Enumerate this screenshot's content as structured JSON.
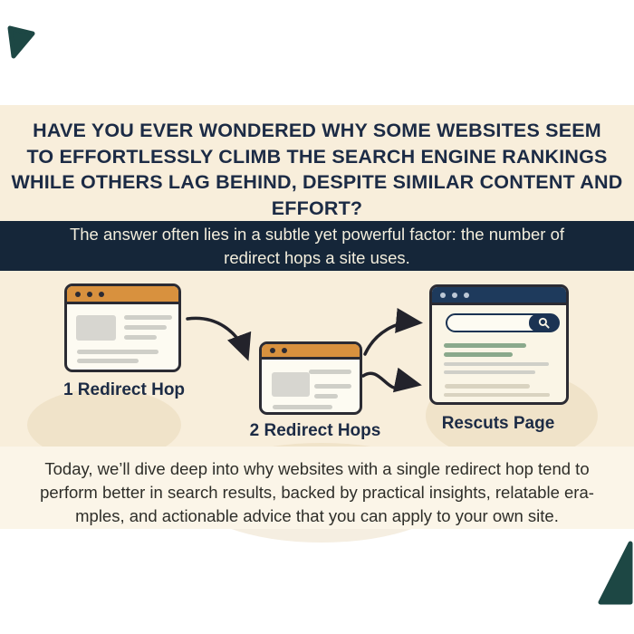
{
  "headline": {
    "lines": [
      "HAVE YOU EVER WONDERED WHY SOME WEBSITES SEEM",
      "TO EFFORTLESSLY CLIMB THE SEARCH ENGINE RANKINGS",
      "WHILE OTHERS LAG BEHIND, DESPITE SIMILAR CONTENT AND",
      "EFFORT?"
    ],
    "text_color": "#1c2b45"
  },
  "banner": {
    "lines": [
      "The answer often lies in a subtle yet powerful factor: the number of",
      "redirect hops a site uses."
    ],
    "background": "#152639",
    "text_color": "#f3eedd"
  },
  "diagram": {
    "windows": [
      {
        "label": "1 Redirect Hop",
        "header_color": "#d8913e",
        "dot_count": 3
      },
      {
        "label": "2 Redirect Hops",
        "header_color": "#d8913e",
        "dot_count": 2
      },
      {
        "label": "Rescuts Page",
        "header_color": "#1e3a5c",
        "dot_count": 3,
        "has_search_bar": true
      }
    ],
    "arrow_color": "#23232b",
    "green_line_color": "#8aa98c",
    "gray_line_color": "#cfcfc8",
    "window_outline_color": "#2b2b33"
  },
  "footer": {
    "lines": [
      "Today, we’ll dive deep into why websites with a single redirect hop tend to",
      "perform better in search results, backed by practical insights, relatable era-",
      "mples, and actionable advice that you can apply to your own site."
    ],
    "text_color": "#2e2e29"
  },
  "colors": {
    "page_background": "#ffffff",
    "poster_background": "#f8eedb",
    "footer_band_background": "#fbf5e8",
    "corner_accent": "#1d4744"
  }
}
